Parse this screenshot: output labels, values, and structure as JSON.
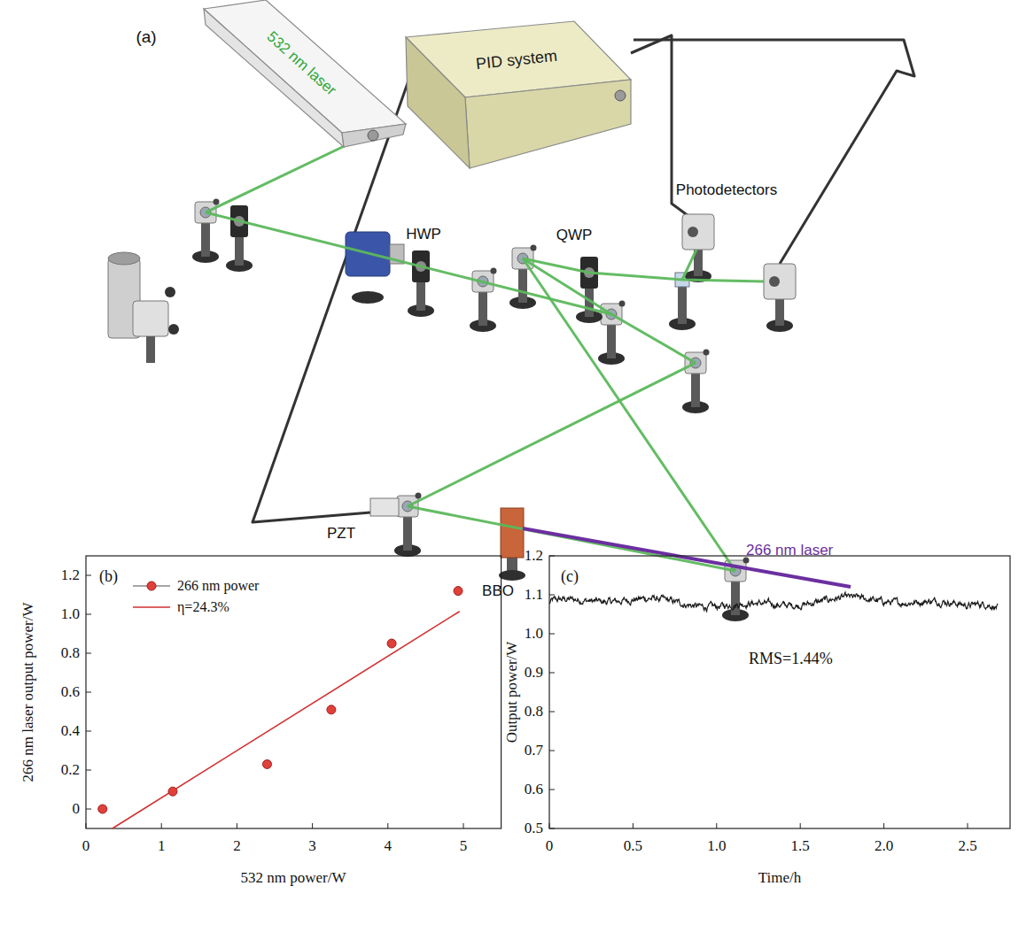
{
  "diagram": {
    "nodes": [
      {
        "text": [
          "532 nm laser"
        ]
      },
      {
        "text": [
          "PID system"
        ]
      }
    ],
    "labels": [
      "(a)",
      "HWP",
      "QWP",
      "Photodetectors",
      "PZT",
      "BBO",
      "266 nm laser",
      "(b)",
      "0",
      "0.2",
      "0.4",
      "0.6",
      "0.8",
      "1.0",
      "1.2",
      "0",
      "1",
      "2",
      "3",
      "4",
      "5",
      "266 nm laser output power/W",
      "532 nm power/W",
      "(c)",
      "0.5",
      "0.6",
      "0.7",
      "0.8",
      "0.9",
      "1.0",
      "1.1",
      "1.2",
      "0",
      "0.5",
      "1.0",
      "1.5",
      "2.0",
      "2.5",
      "Output power/W",
      "Time/h",
      "RMS=1.44%"
    ],
    "legend": [
      {
        "text": "266 nm power"
      },
      {
        "text": "η=24.3%"
      }
    ]
  }
}
